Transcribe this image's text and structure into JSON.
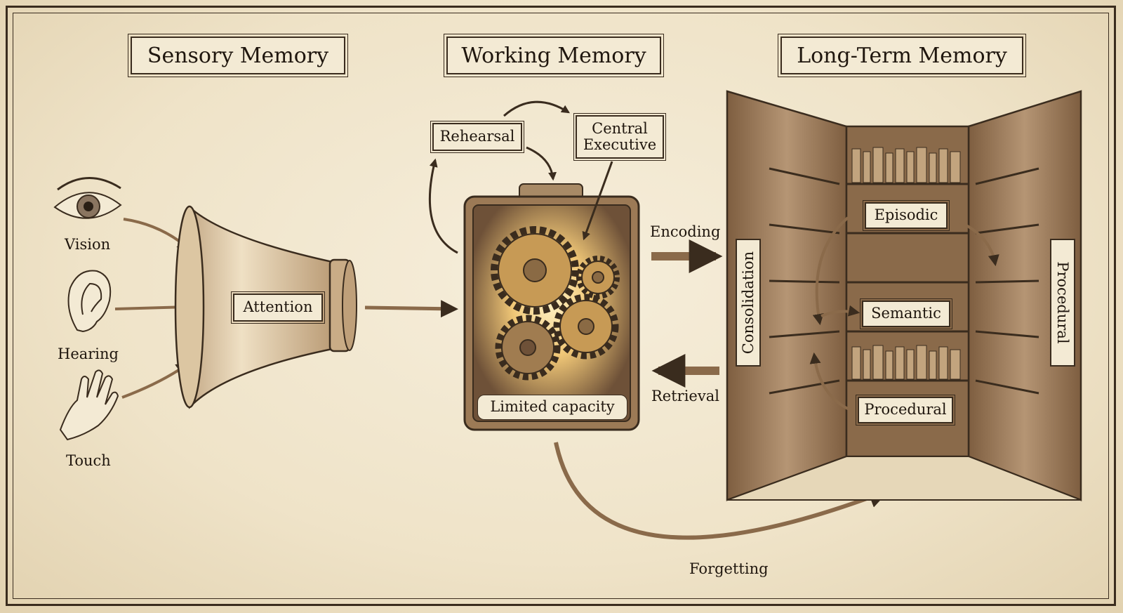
{
  "titles": {
    "sensory": "Sensory Memory",
    "working": "Working Memory",
    "long_term": "Long-Term Memory"
  },
  "senses": {
    "vision": "Vision",
    "hearing": "Hearing",
    "touch": "Touch"
  },
  "attention": "Attention",
  "working_memory": {
    "rehearsal": "Rehearsal",
    "central_executive_line1": "Central",
    "central_executive_line2": "Executive",
    "limited_capacity": "Limited capacity"
  },
  "flows": {
    "encoding": "Encoding",
    "retrieval": "Retrieval",
    "forgetting": "Forgetting"
  },
  "long_term": {
    "consolidation": "Consolidation",
    "episodic": "Episodic",
    "semantic": "Semantic",
    "procedural_shelf": "Procedural",
    "procedural_side": "Procedural"
  },
  "colors": {
    "paper": "#efe4cc",
    "ink": "#3a2c1e",
    "arrow": "#8a6a4a",
    "wood": "#9c7a56",
    "brass": "#c8a26a",
    "glow": "#f5c870"
  }
}
